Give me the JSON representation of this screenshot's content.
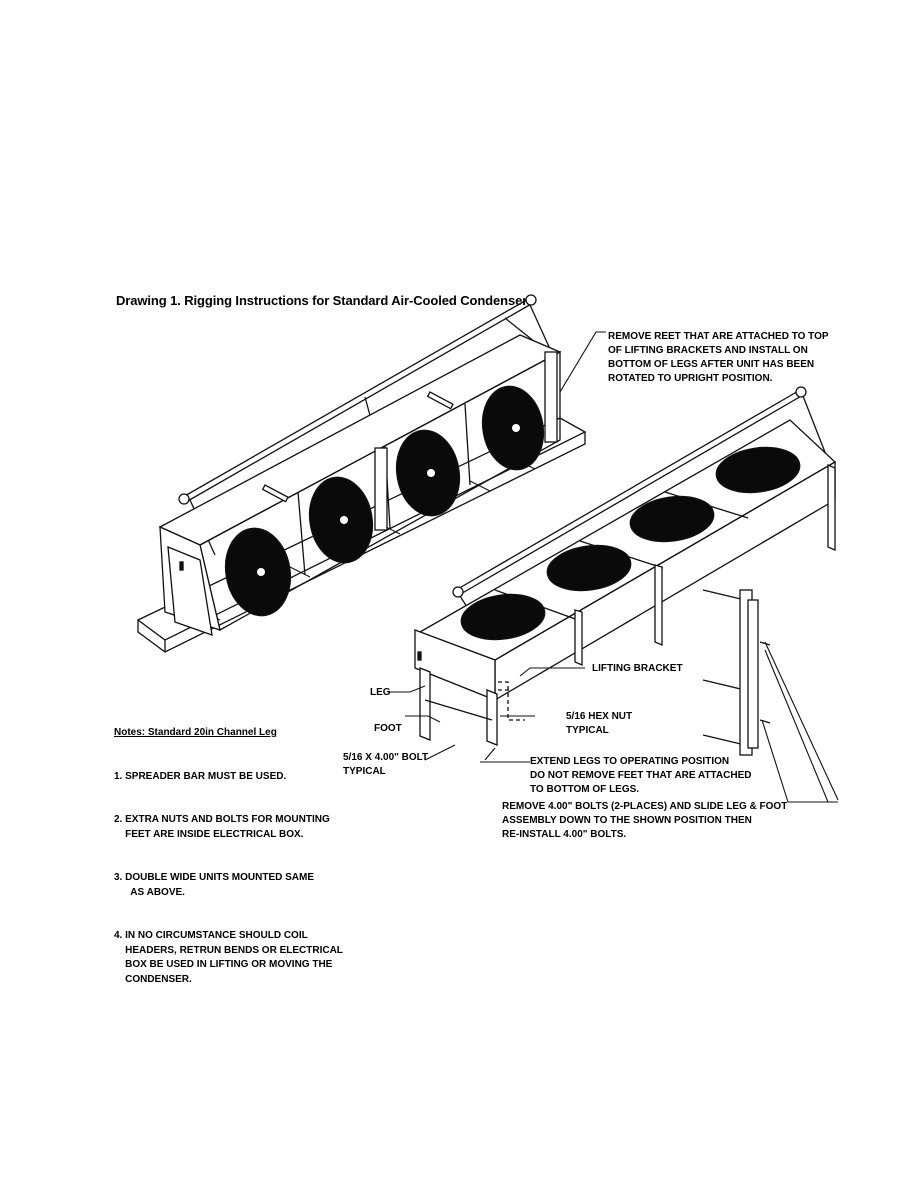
{
  "drawing": {
    "title": "Drawing 1. Rigging Instructions for Standard Air-Cooled Condenser"
  },
  "callouts": {
    "remove_feet": "REMOVE REET THAT ARE ATTACHED TO TOP\nOF LIFTING BRACKETS AND INSTALL ON\nBOTTOM OF LEGS AFTER UNIT HAS BEEN\nROTATED TO UPRIGHT POSITION.",
    "lifting_bracket": "LIFTING BRACKET",
    "leg": "LEG",
    "foot": "FOOT",
    "hex_nut": "5/16 HEX NUT\nTYPICAL",
    "bolt": "5/16 X 4.00\" BOLT\nTYPICAL",
    "extend_legs": "EXTEND LEGS TO OPERATING POSITION\nDO NOT REMOVE FEET THAT ARE ATTACHED\nTO BOTTOM OF LEGS.",
    "remove_bolts": "REMOVE 4.00\" BOLTS (2-PLACES) AND SLIDE LEG & FOOT\nASSEMBLY DOWN TO THE SHOWN POSITION THEN\nRE-INSTALL 4.00\" BOLTS."
  },
  "notes": {
    "heading": "Notes: Standard 20in Channel Leg",
    "items": [
      "1. SPREADER BAR MUST BE USED.",
      "2. EXTRA NUTS AND BOLTS FOR MOUNTING\n    FEET ARE INSIDE ELECTRICAL BOX.",
      "3. DOUBLE WIDE UNITS MOUNTED SAME\n      AS ABOVE.",
      "4. IN NO CIRCUMSTANCE SHOULD COIL\n    HEADERS, RETRUN BENDS OR ELECTRICAL\n    BOX BE USED IN LIFTING OR MOVING THE\n    CONDENSER."
    ]
  }
}
